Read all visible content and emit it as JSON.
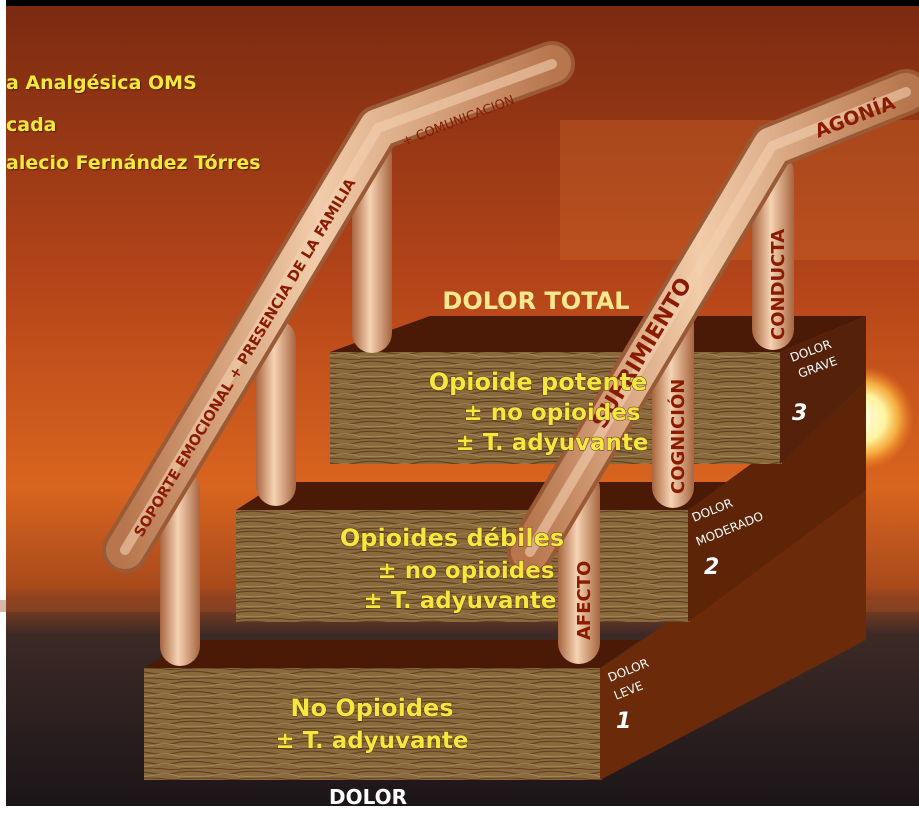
{
  "header": {
    "line1": "a Analgésica OMS",
    "line2": "cada",
    "line3": "alecio Fernández Tórres"
  },
  "top_label": "DOLOR TOTAL",
  "bottom_label": "DOLOR",
  "steps": [
    {
      "number": "1",
      "level": [
        "DOLOR",
        "LEVE"
      ],
      "text": [
        "No Opioides",
        "± T. adyuvante"
      ]
    },
    {
      "number": "2",
      "level": [
        "DOLOR",
        "MODERADO"
      ],
      "text": [
        "Opioides débiles",
        "± no opioides",
        "± T. adyuvante"
      ]
    },
    {
      "number": "3",
      "level": [
        "DOLOR",
        "GRAVE"
      ],
      "text": [
        "Opioide potente",
        "± no opioides",
        "± T. adyuvante"
      ]
    }
  ],
  "left_rail": {
    "long_label": "SOPORTE EMOCIONAL + PRESENCIA DE LA FAMILIA",
    "short_label": "+ COMUNICACION"
  },
  "right_rail": {
    "long_label": "SUFRIMIENTO",
    "short_label": "AGONÍA"
  },
  "posts": [
    "AFECTO",
    "COGNICIÓN",
    "CONDUCTA"
  ],
  "colors": {
    "header_text": "#f2ea3a",
    "step_text": "#f5e640",
    "rail": "#e8b48a",
    "rail_text": "#8a1a00",
    "box_side": "#6b2a0a",
    "wood": "#8a6a3c"
  }
}
